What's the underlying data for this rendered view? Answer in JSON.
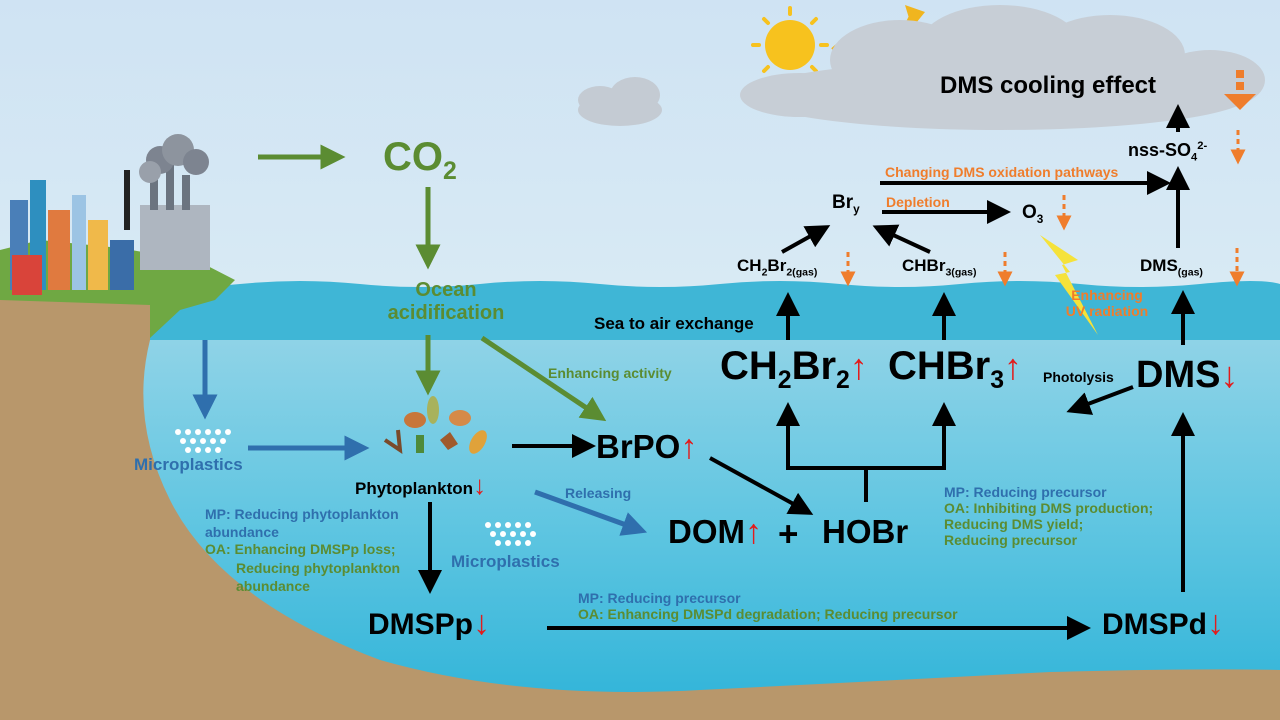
{
  "top": {
    "cooling_effect": "DMS cooling effect",
    "nss_so4_base": "nss-SO",
    "nss_so4_sub": "4",
    "nss_so4_sup": "2-",
    "oxidation_pathways": "Changing DMS oxidation pathways",
    "bry_base": "Br",
    "bry_sub": "y",
    "depletion": "Depletion",
    "o3_base": "O",
    "o3_sub": "3",
    "ch2br2_gas_a": "CH",
    "ch2br2_gas_b": "2",
    "ch2br2_gas_c": "Br",
    "ch2br2_gas_d": "2(gas)",
    "chbr3_gas_a": "CHBr",
    "chbr3_gas_b": "3(gas)",
    "dms_gas_a": "DMS",
    "dms_gas_b": "(gas)",
    "uv": "Enhancing UV radiation"
  },
  "left": {
    "co2_base": "CO",
    "co2_sub": "2",
    "ocean_acidification": "Ocean acidification",
    "microplastics": "Microplastics",
    "phytoplankton": "Phytoplankton",
    "mp_phyto": "MP: Reducing phytoplankton abundance",
    "oa_phyto_1": "OA: Enhancing DMSPp loss;",
    "oa_phyto_2": "Reducing phytoplankton abundance",
    "dmspp": "DMSPp",
    "microplastics_2": "Microplastics"
  },
  "middle": {
    "sea_air": "Sea to air exchange",
    "enhancing_activity": "Enhancing activity",
    "brpo": "BrPO",
    "releasing": "Releasing",
    "dom": "DOM",
    "plus": "+",
    "hobr": "HOBr",
    "ch2br2_a": "CH",
    "ch2br2_b": "2",
    "ch2br2_c": "Br",
    "ch2br2_d": "2",
    "chbr3_a": "CHBr",
    "chbr3_b": "3",
    "mp_dmspd": "MP: Reducing precursor",
    "oa_dmspd": "OA: Enhancing DMSPd degradation; Reducing precursor"
  },
  "right": {
    "photolysis": "Photolysis",
    "dms": "DMS",
    "mp_dms": "MP: Reducing precursor",
    "oa_dms_1": "OA: Inhibiting DMS production;",
    "oa_dms_2": "Reducing DMS yield;",
    "oa_dms_3": "Reducing precursor",
    "dmspd": "DMSPd"
  },
  "symbols": {
    "up": "↑",
    "down": "↓"
  },
  "colors": {
    "green": "#5b8c32",
    "blue": "#2f6fad",
    "orange": "#ef7d2c",
    "red": "#e21c1c",
    "sea": "#58c3dd",
    "soil": "#b8976b"
  }
}
